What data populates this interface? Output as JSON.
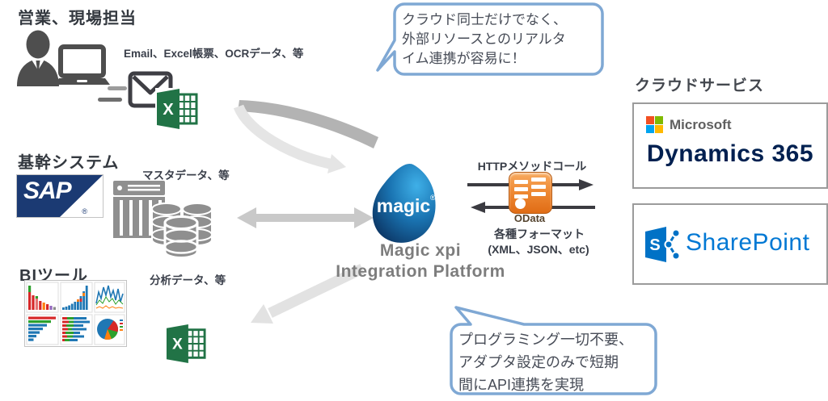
{
  "sources": {
    "sales": {
      "title": "営業、現場担当",
      "data_label": "Email、Excel帳票、OCRデータ、等"
    },
    "core": {
      "title": "基幹システム",
      "sap_text": "SAP",
      "data_label": "マスタデータ、等"
    },
    "bi": {
      "title": "BIツール",
      "data_label": "分析データ、等"
    }
  },
  "platform": {
    "logo_text": "magic",
    "name_line1": "Magic xpi",
    "name_line2": "Integration Platform"
  },
  "exchange": {
    "request_label": "HTTPメソッドコール",
    "odata_label": "OData",
    "response_label": "各種フォーマット",
    "response_formats": "(XML、JSON、etc)"
  },
  "cloud": {
    "title": "クラウドサービス",
    "microsoft_brand": "Microsoft",
    "dynamics_product": "Dynamics 365",
    "sharepoint_name": "SharePoint",
    "sharepoint_letter": "S"
  },
  "callouts": {
    "top": {
      "lines": [
        "クラウド同士だけでなく、",
        "外部リソースとのリアルタ",
        "イム連携が容易に！"
      ]
    },
    "bottom": {
      "lines": [
        "プログラミング一切不要、",
        "アダプタ設定のみで短期",
        "間にAPI連携を実現"
      ]
    }
  },
  "icons": {
    "excel_letter": "X",
    "reg_mark": "®"
  },
  "colors": {
    "excel_green": "#217346",
    "sap_navy": "#1B3A73",
    "dynamics_navy": "#002050",
    "sharepoint_blue": "#0078D4",
    "odata_orange": "#E8762D",
    "magic_blue_light": "#3FB0E8",
    "magic_blue_dark": "#0C3766",
    "callout_border": "#7FA8D4",
    "ms_red": "#F25022",
    "ms_green": "#7FBA00",
    "ms_blue": "#00A4EF",
    "ms_yellow": "#FFB900",
    "arrow_dark": "#3B3B41",
    "arrow_gray": "#C9C9C9",
    "arrow_light": "#E5E5E5"
  }
}
